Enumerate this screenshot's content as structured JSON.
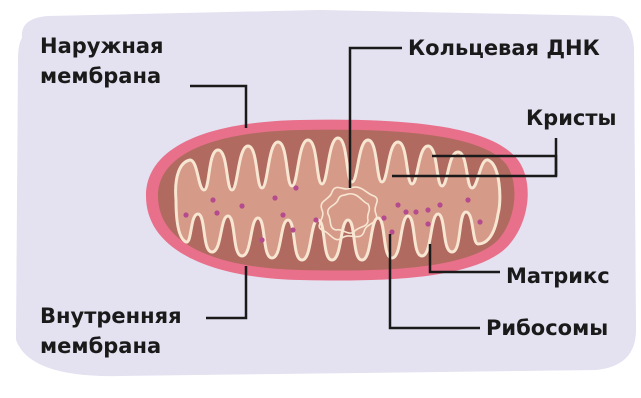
{
  "colors": {
    "background_panel": "#e4e1f0",
    "outer_membrane": "#e8708a",
    "intermembrane": "#b06a60",
    "matrix": "#d59a88",
    "cristae_stroke": "#f7e6d2",
    "ribosome": "#b54b8e",
    "dna": "#f7e6d2",
    "leader_line": "#1a1a1a"
  },
  "labels": {
    "outer_membrane_line1": "Наружная",
    "outer_membrane_line2": "мембрана",
    "inner_membrane_line1": "Внутренняя",
    "inner_membrane_line2": "мембрана",
    "dna": "Кольцевая ДНК",
    "cristae": "Кристы",
    "matrix": "Матрикс",
    "ribosomes": "Рибосомы"
  }
}
